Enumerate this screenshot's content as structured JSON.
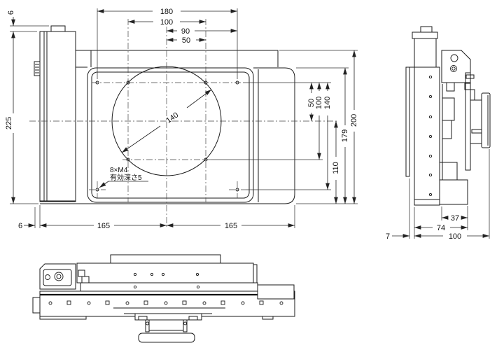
{
  "drawing": {
    "type": "mechanical-stage-3-view-drawing",
    "plan_view": {
      "dim_180": "180",
      "dim_100_top": "100",
      "dim_90": "90",
      "dim_50_top": "50",
      "dim_6_top": "6",
      "dim_225": "225",
      "dim_6_bottom": "6",
      "dim_165_left": "165",
      "dim_165_right": "165",
      "dim_50_vertical": "50",
      "dim_100_vertical": "100",
      "dim_140_vertical": "140",
      "dim_179": "179",
      "dim_200": "200",
      "dim_110": "110",
      "dim_circle_diameter": "140",
      "thread_note_line1": "8×M4",
      "thread_note_line2": "有効深さ5"
    },
    "side_view": {
      "dim_37": "37",
      "dim_74": "74",
      "dim_100": "100",
      "dim_7": "7"
    }
  }
}
